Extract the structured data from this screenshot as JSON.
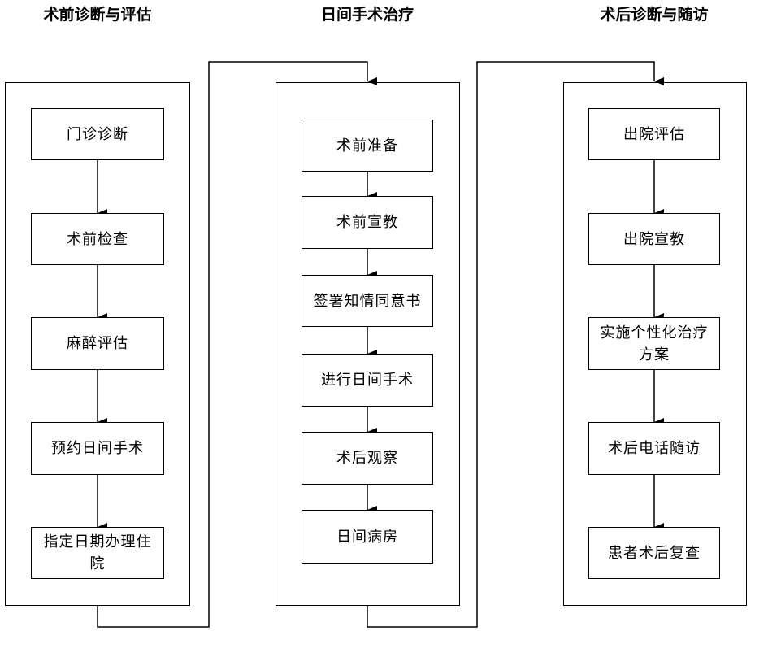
{
  "columns": [
    {
      "title": "术前诊断与评估",
      "steps": [
        "门诊诊断",
        "术前检查",
        "麻醉评估",
        "预约日间手术",
        "指定日期办理住院"
      ]
    },
    {
      "title": "日间手术治疗",
      "steps": [
        "术前准备",
        "术前宣教",
        "签署知情同意书",
        "进行日间手术",
        "术后观察",
        "日间病房"
      ]
    },
    {
      "title": "术后诊断与随访",
      "steps": [
        "出院评估",
        "出院宣教",
        "实施个性化治疗方案",
        "术后电话随访",
        "患者术后复查"
      ]
    }
  ]
}
